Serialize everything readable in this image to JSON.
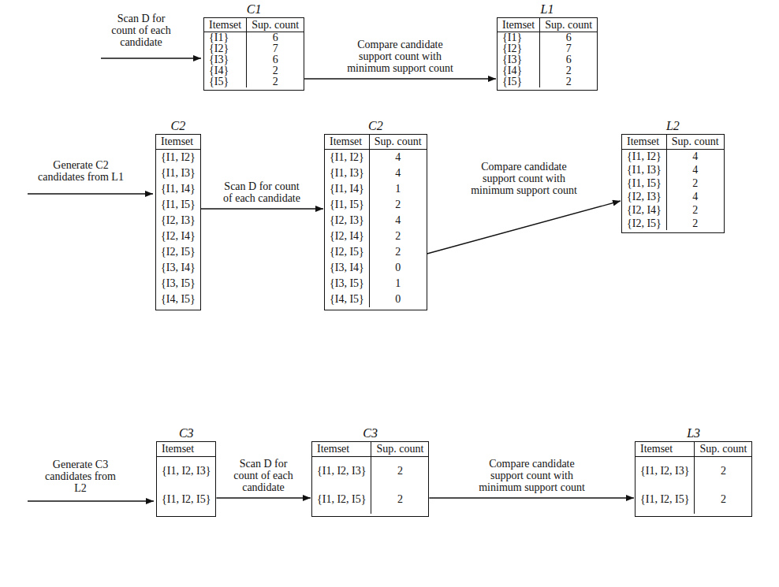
{
  "diagram": {
    "nodes": [
      {
        "text": [
          "C1",
          "Itemset",
          "Sup. count",
          "{I1}",
          "6",
          "{I2}",
          "7",
          "{I3}",
          "6",
          "{I4}",
          "2",
          "{I5}",
          "2"
        ]
      },
      {
        "text": [
          "L1",
          "Itemset",
          "Sup. count",
          "{I1}",
          "6",
          "{I2}",
          "7",
          "{I3}",
          "6",
          "{I4}",
          "2",
          "{I5}",
          "2"
        ]
      },
      {
        "text": [
          "C2",
          "Itemset",
          "{I1, I2}",
          "{I1, I3}",
          "{I1, I4}",
          "{I1, I5}",
          "{I2, I3}",
          "{I2, I4}",
          "{I2, I5}",
          "{I3, I4}",
          "{I3, I5}",
          "{I4, I5}"
        ]
      },
      {
        "text": [
          "C2",
          "Itemset",
          "Sup. count",
          "{I1, I2}",
          "4",
          "{I1, I3}",
          "4",
          "{I1, I4}",
          "1",
          "{I1, I5}",
          "2",
          "{I2, I3}",
          "4",
          "{I2, I4}",
          "2",
          "{I2, I5}",
          "2",
          "{I3, I4}",
          "0",
          "{I3, I5}",
          "1",
          "{I4, I5}",
          "0"
        ]
      },
      {
        "text": [
          "L2",
          "Itemset",
          "Sup. count",
          "{I1, I2}",
          "4",
          "{I1, I3}",
          "4",
          "{I1, I5}",
          "2",
          "{I2, I3}",
          "4",
          "{I2, I4}",
          "2",
          "{I2, I5}",
          "2"
        ]
      },
      {
        "text": [
          "C3",
          "Itemset",
          "{I1, I2, I3}",
          "{I1, I2, I5}"
        ]
      },
      {
        "text": [
          "C3",
          "Itemset",
          "Sup. count",
          "{I1, I2, I3}",
          "2",
          "{I1, I2, I5}",
          "2"
        ]
      },
      {
        "text": [
          "L3",
          "Itemset",
          "Sup. count",
          "{I1, I2, I3}",
          "2",
          "{I1, I2, I5}",
          "2"
        ]
      }
    ],
    "edges": [
      {
        "from": 0,
        "to": 1,
        "arrow": "to",
        "label": "Compare candidate support count with minimum support count"
      },
      {
        "from": 2,
        "to": 3,
        "arrow": "to",
        "label": "Scan D for count of each candidate"
      },
      {
        "from": 3,
        "to": 4,
        "arrow": "to",
        "label": "Compare candidate support count with minimum support count"
      },
      {
        "from": 5,
        "to": 6,
        "arrow": "to",
        "label": "Scan D for count of each candidate"
      },
      {
        "from": 6,
        "to": 7,
        "arrow": "to",
        "label": "Compare candidate support count with minimum support count"
      }
    ],
    "labels": [
      "Scan D for count of each candidate",
      "Generate C2 candidates from L1",
      "Generate C3 candidates from L2"
    ]
  }
}
